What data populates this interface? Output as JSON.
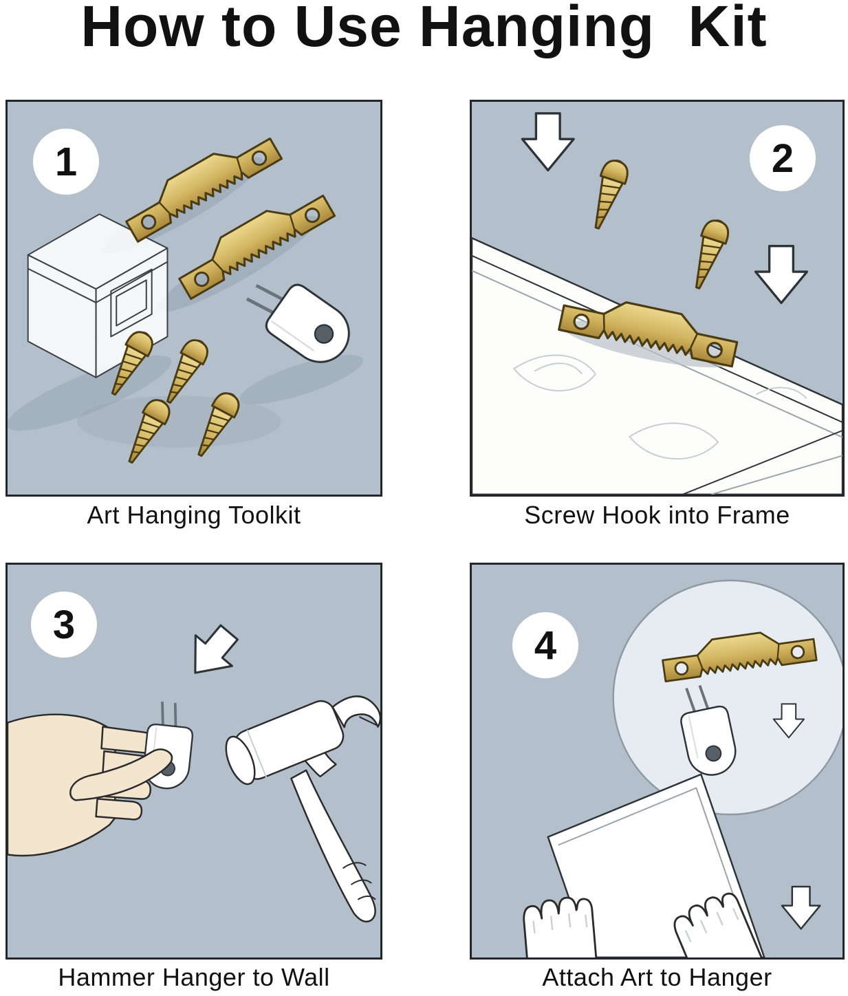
{
  "page": {
    "title": "How to Use Hanging  Kit"
  },
  "panels": [
    {
      "number": "1",
      "caption": "Art Hanging Toolkit"
    },
    {
      "number": "2",
      "caption": "Screw Hook into Frame"
    },
    {
      "number": "3",
      "caption": "Hammer Hanger to Wall"
    },
    {
      "number": "4",
      "caption": "Attach Art to Hanger"
    }
  ],
  "colors": {
    "panel_background": "#b3bfca",
    "brass": "#d2b560",
    "brass_dark": "#a8873a",
    "outline": "#2e3338",
    "skin": "#f4e5cf",
    "white": "#ffffff"
  }
}
